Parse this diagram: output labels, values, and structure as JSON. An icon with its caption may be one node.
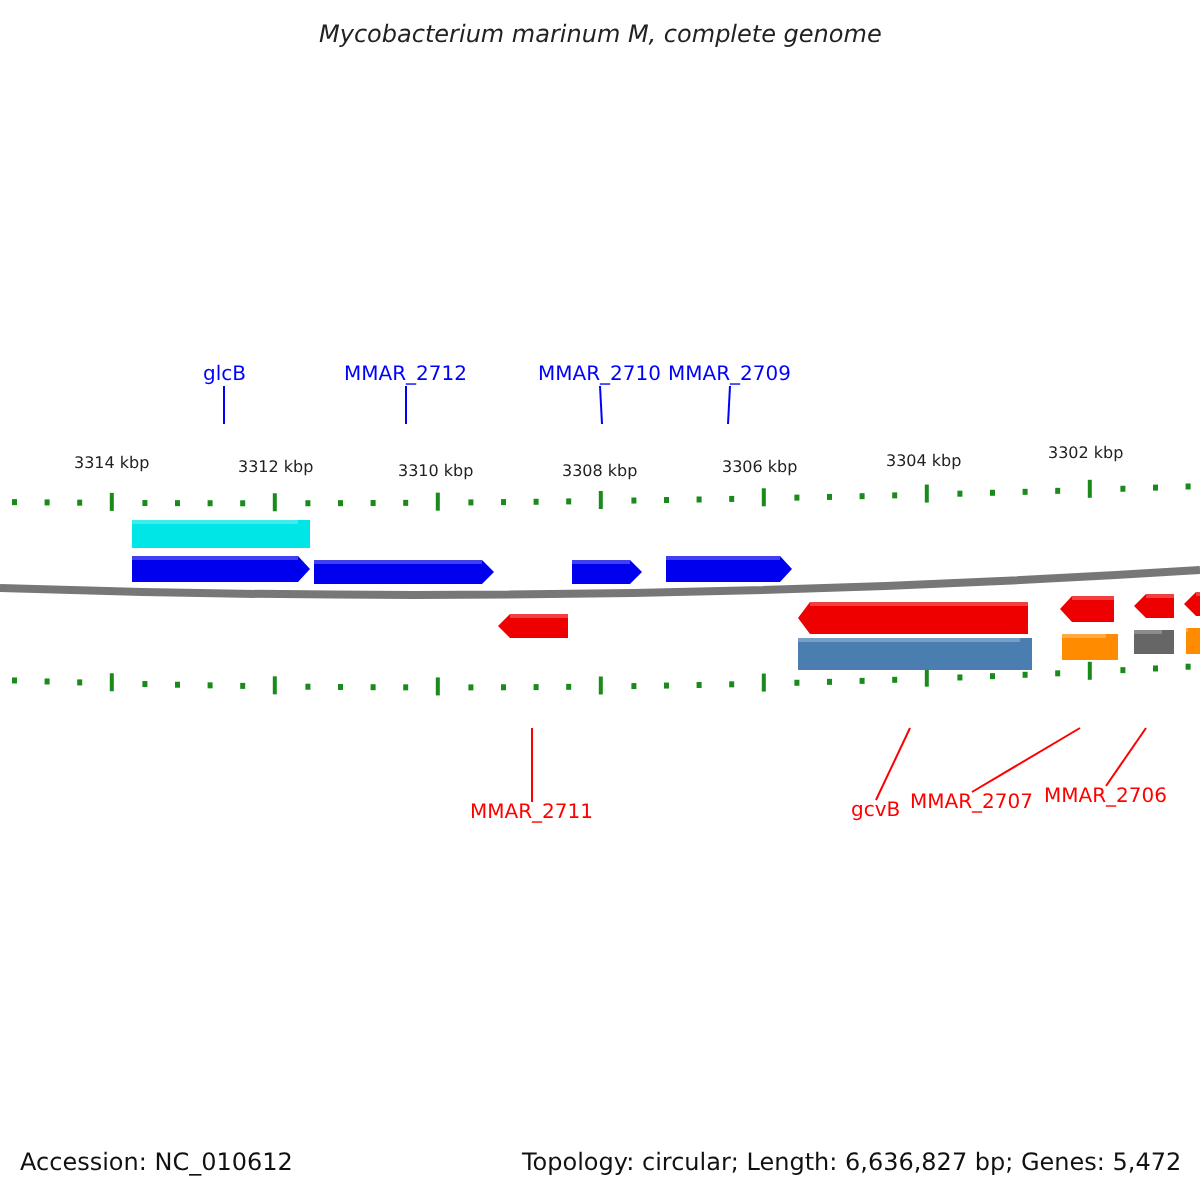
{
  "diagram": {
    "title": "Mycobacterium marinum M, complete genome",
    "nodes": [
      {
        "text": [
          "glcB"
        ]
      },
      {
        "text": [
          "MMAR_2712"
        ]
      },
      {
        "text": [
          "MMAR_2710"
        ]
      },
      {
        "text": [
          "MMAR_2709"
        ]
      },
      {
        "text": [
          "MMAR_2711"
        ]
      },
      {
        "text": [
          "gcvB"
        ]
      },
      {
        "text": [
          "MMAR_2707"
        ]
      },
      {
        "text": [
          "MMAR_2706"
        ]
      }
    ],
    "edges": [
      {
        "from": 0,
        "to": null,
        "arrow": "none"
      },
      {
        "from": 1,
        "to": null,
        "arrow": "none"
      },
      {
        "from": 2,
        "to": null,
        "arrow": "none"
      },
      {
        "from": 3,
        "to": null,
        "arrow": "none"
      },
      {
        "from": 4,
        "to": null,
        "arrow": "none",
        "color": "#ff0000"
      },
      {
        "from": 5,
        "to": null,
        "arrow": "none",
        "color": "#ff0000"
      },
      {
        "from": 6,
        "to": null,
        "arrow": "none",
        "color": "#ff0000"
      },
      {
        "from": 7,
        "to": null,
        "arrow": "none",
        "color": "#ff0000"
      }
    ],
    "labels": [
      "3314 kbp",
      "3312 kbp",
      "3310 kbp",
      "3308 kbp",
      "3306 kbp",
      "3304 kbp",
      "3302 kbp",
      "Accession: NC_010612",
      "Topology: circular; Length: 6,636,827 bp; Genes: 5,472"
    ]
  }
}
